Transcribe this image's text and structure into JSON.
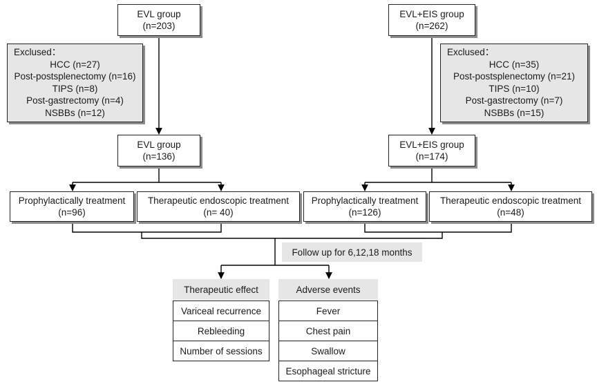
{
  "left_group": {
    "initial_name": "EVL group",
    "initial_n": "(n=203)",
    "exclusion": {
      "header": "Exclused：",
      "items": [
        "HCC (n=27)",
        "Post-postsplenectomy (n=16)",
        "TIPS (n=8)",
        "Post-gastrectomy (n=4)",
        "NSBBs (n=12)"
      ]
    },
    "final_name": "EVL group",
    "final_n": "(n=136)",
    "prophylactic_label": "Prophylactically treatment",
    "prophylactic_n": "(n=96)",
    "therapeutic_label": "Therapeutic endoscopic treatment",
    "therapeutic_n": "(n= 40)"
  },
  "right_group": {
    "initial_name": "EVL+EIS group",
    "initial_n": "(n=262)",
    "exclusion": {
      "header": "Exclused：",
      "items": [
        "HCC (n=35)",
        "Post-postsplenectomy (n=21)",
        "TIPS (n=10)",
        "Post-gastrectomy (n=7)",
        "NSBBs (n=15)"
      ]
    },
    "final_name": "EVL+EIS group",
    "final_n": "(n=174)",
    "prophylactic_label": "Prophylactically treatment",
    "prophylactic_n": "(n=126)",
    "therapeutic_label": "Therapeutic endoscopic treatment",
    "therapeutic_n": "(n=48)"
  },
  "follow_up": "Follow up for 6,12,18 months",
  "therapeutic_effect": {
    "title": "Therapeutic effect",
    "items": [
      "Variceal recurrence",
      "Rebleeding",
      "Number of sessions"
    ]
  },
  "adverse_events": {
    "title": "Adverse events",
    "items": [
      "Fever",
      "Chest pain",
      "Swallow",
      "Esophageal stricture"
    ]
  },
  "colors": {
    "box_border": "#222222",
    "gray_fill": "#e6e6e6",
    "shadow": "#8c8c8c",
    "line": "#000000"
  }
}
